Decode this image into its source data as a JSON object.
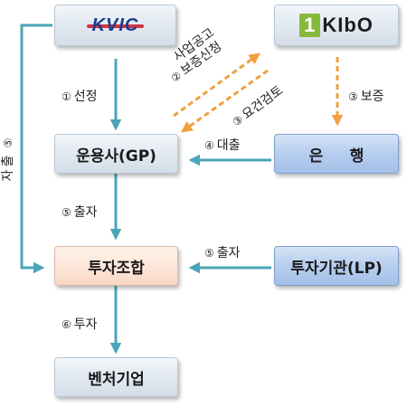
{
  "nodes": {
    "kvic": {
      "logo_text": "KVIC"
    },
    "kibo": {
      "logo_mark": "1",
      "logo_text": "KIbO"
    },
    "gp": {
      "label": "운용사(GP)"
    },
    "bank": {
      "label": "은     행"
    },
    "fund": {
      "label": "투자조합"
    },
    "lp": {
      "label": "투자기관(LP)"
    },
    "venture": {
      "label": "벤처기업"
    }
  },
  "edges": {
    "select": {
      "num": "①",
      "text": "선정"
    },
    "announce": {
      "num": "②",
      "line1": "사업공고",
      "line2": "보증신청"
    },
    "review": {
      "num": "③",
      "text": "요건검토"
    },
    "guarantee": {
      "num": "③",
      "text": "보증"
    },
    "loan": {
      "num": "④",
      "text": "대출"
    },
    "invest_gp": {
      "num": "⑤",
      "text": "출자"
    },
    "invest_kvic": {
      "num": "⑤",
      "chars": [
        "출",
        "자"
      ]
    },
    "invest_lp": {
      "num": "⑤",
      "text": "출자"
    },
    "invest_venture": {
      "num": "⑥",
      "text": "투자"
    }
  },
  "colors": {
    "teal_arrow": "#4aa5b8",
    "orange_arrow": "#f0a040",
    "box_blue": "#b6cdee",
    "box_peach": "#fde6d9",
    "box_grey": "#e3eaf2",
    "kvic_blue": "#1a3d91",
    "kvic_red": "#d21f2b",
    "kibo_green": "#86b93a"
  }
}
